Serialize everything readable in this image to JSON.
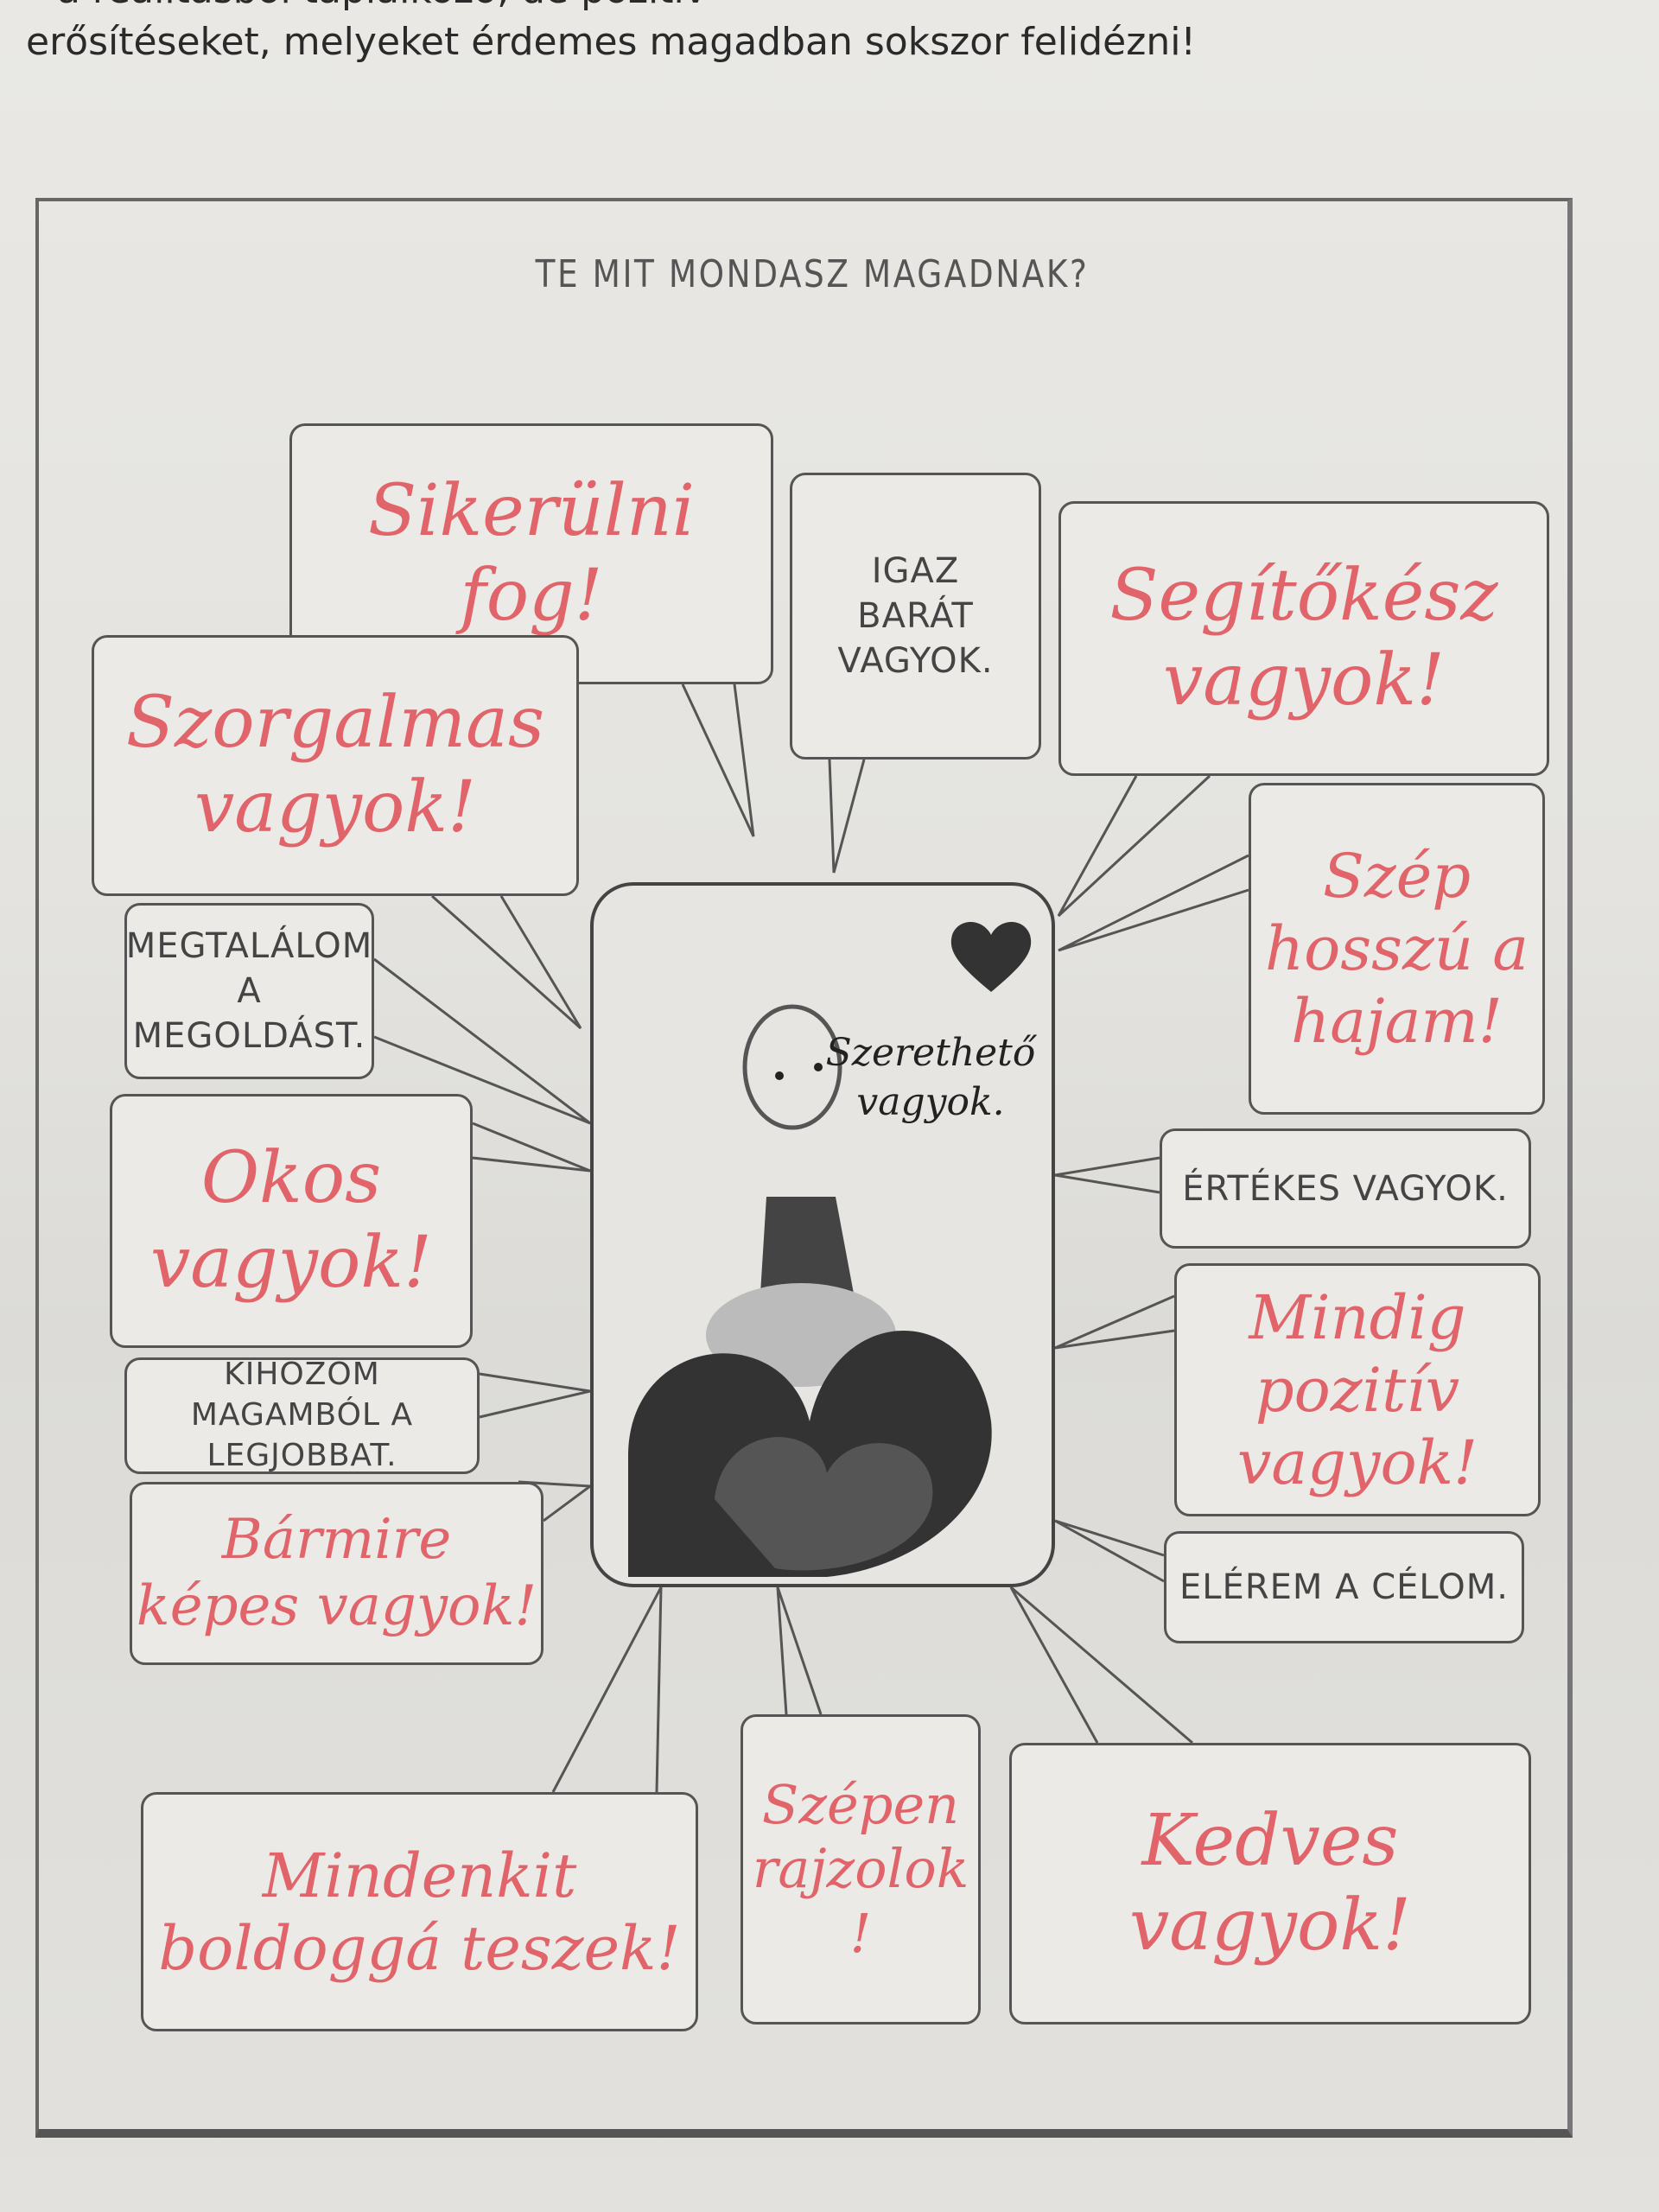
{
  "intro": {
    "line1": "– a realitásból táplálkozó, de pozitív",
    "line2": "erősítéseket, melyeket érdemes magadban sokszor felidézni!"
  },
  "worksheet": {
    "title": "TE MIT MONDASZ MAGADNAK?",
    "card": {
      "text_line1": "Szerethető",
      "text_line2": "vagyok.",
      "heart_icon": "heart"
    },
    "bubbles": {
      "sikerulni": "Sikerülni fog!",
      "igaz_barat": "IGAZ BARÁT VAGYOK.",
      "segitokesz": "Segítőkész vagyok!",
      "szorgalmas": "Szorgalmas vagyok!",
      "megtalalom": "MEGTALÁLOM A MEGOLDÁST.",
      "szep_haj": "Szép hosszú a hajam!",
      "okos": "Okos vagyok!",
      "ertekes": "ÉRTÉKES VAGYOK.",
      "mindig_pozitiv": "Mindig pozitív vagyok!",
      "kihozom": "KIHOZOM MAGAMBÓL A LEGJOBBAT.",
      "barmire": "Bármire képes vagyok!",
      "elerem": "ELÉREM A CÉLOM.",
      "mindenkit": "Mindenkit boldoggá teszek!",
      "szepen_rajzolok": "Szépen rajzolok!",
      "kedves": "Kedves vagyok!"
    }
  },
  "colors": {
    "handwriting": "#e0646a",
    "print": "#444444"
  }
}
